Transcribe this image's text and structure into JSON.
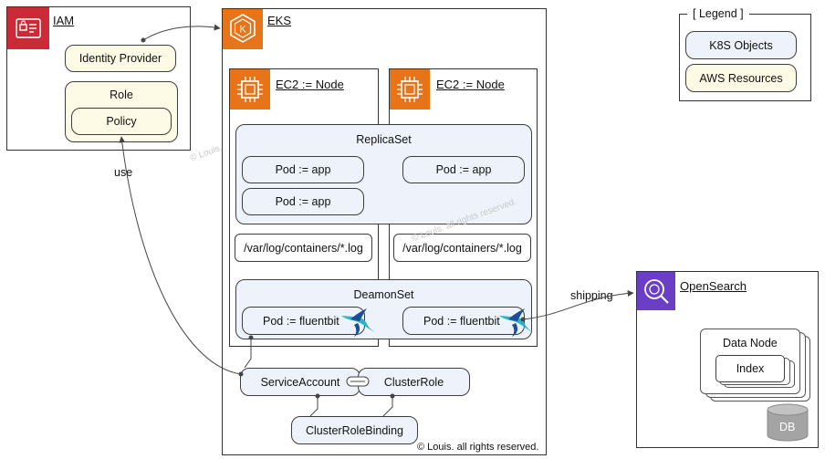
{
  "iam": {
    "title": "IAM",
    "identity_provider": "Identity Provider",
    "role": "Role",
    "policy": "Policy"
  },
  "eks": {
    "title": "EKS",
    "node_left": "EC2 := Node",
    "node_right": "EC2 := Node",
    "replicaset": "ReplicaSet",
    "pod_app_1": "Pod := app",
    "pod_app_2": "Pod := app",
    "pod_app_3": "Pod := app",
    "log_left": "/var/log/containers/*.log",
    "log_right": "/var/log/containers/*.log",
    "daemonset": "DeamonSet",
    "pod_fb_left": "Pod := fluentbit",
    "pod_fb_right": "Pod := fluentbit",
    "service_account": "ServiceAccount",
    "cluster_role": "ClusterRole",
    "cluster_role_binding": "ClusterRoleBinding"
  },
  "opensearch": {
    "title": "OpenSearch",
    "data_node": "Data Node",
    "index": "Index",
    "db": "DB"
  },
  "legend": {
    "title": "[ Legend ]",
    "k8s_objects": "K8S Objects",
    "aws_resources": "AWS Resources"
  },
  "edges": {
    "use": "use",
    "shipping": "shipping"
  },
  "watermarks": {
    "iam": "© Louis. all rights reserved.",
    "eks": "© Louis. all rights reserved.",
    "footer": "© Louis. all rights reserved."
  },
  "colors": {
    "iam_red": "#cc2a36",
    "ec2_orange": "#e8741a",
    "opensearch_purple": "#6a3fc5",
    "k8s_fill": "#eef3fb",
    "aws_fill": "#fdfbe6"
  }
}
